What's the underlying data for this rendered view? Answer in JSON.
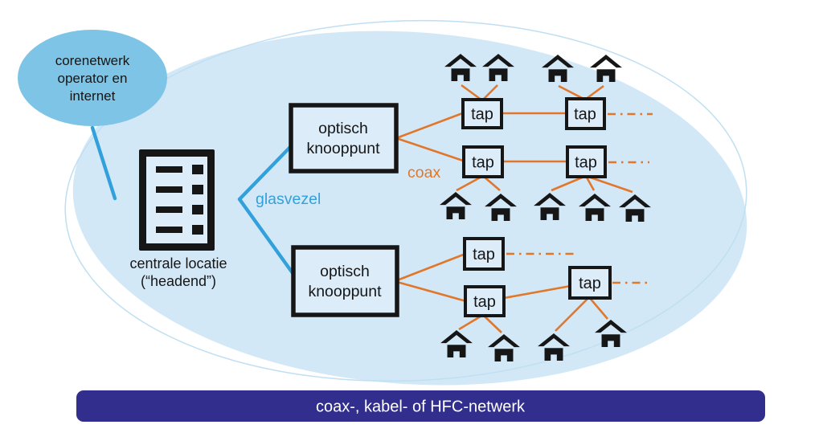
{
  "diagram": {
    "banner": {
      "label": "coax-, kabel- of HFC-netwerk"
    },
    "core_network_cloud": {
      "line1": "corenetwerk",
      "line2": "operator en",
      "line3": "internet"
    },
    "headend": {
      "caption_line1": "centrale locatie",
      "caption_line2": "(“headend”)"
    },
    "optical_nodes": {
      "upper": {
        "line1": "optisch",
        "line2": "knooppunt"
      },
      "lower": {
        "line1": "optisch",
        "line2": "knooppunt"
      }
    },
    "labels": {
      "fiber": "glasvezel",
      "coax": "coax",
      "tap": "tap"
    },
    "counts": {
      "tap_boxes": 7,
      "houses": 13
    },
    "colors": {
      "canvas_ellipse": "#d3e8f7",
      "core_ellipse": "#7dc4e6",
      "fiber_blue": "#32a0da",
      "coax_orange": "#e0772b",
      "banner_indigo": "#312e8d",
      "node_fill": "#dcecf9",
      "ink": "#161616"
    }
  }
}
